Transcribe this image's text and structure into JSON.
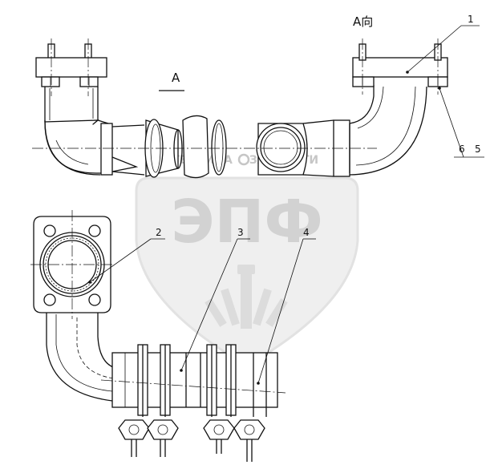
{
  "view_labels": {
    "section": "A",
    "view_direction": "A向"
  },
  "callouts": [
    {
      "id": "1",
      "text": "1"
    },
    {
      "id": "2",
      "text": "2"
    },
    {
      "id": "3",
      "text": "3"
    },
    {
      "id": "4",
      "text": "4"
    },
    {
      "id": "5",
      "text": "5"
    },
    {
      "id": "6",
      "text": "6"
    }
  ],
  "watermark": {
    "logo_text": "ЭПФ",
    "left_text": "ТЕХНИКА",
    "right_text": "ЗАПЧАСТИ"
  },
  "colors": {
    "line": "#111111",
    "watermark": "#c9c9c9"
  }
}
